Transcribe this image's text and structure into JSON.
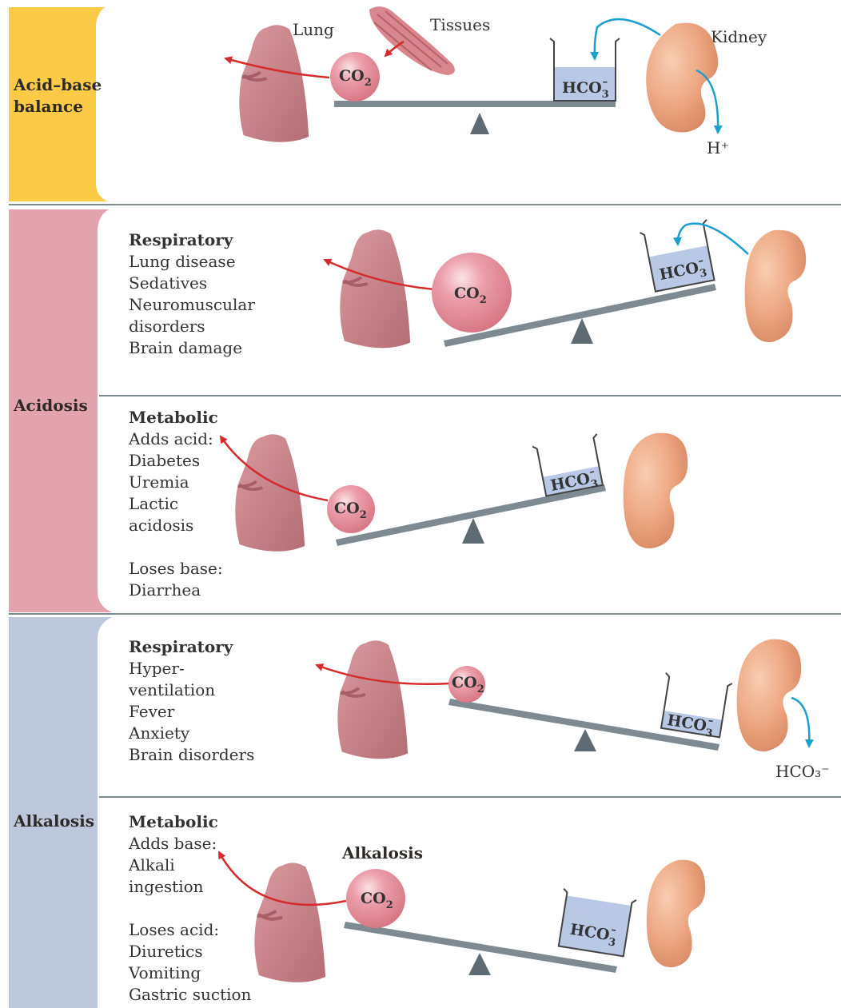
{
  "colors": {
    "acid_base_tab": "#fbcb48",
    "acidosis_tab": "#e3a3ae",
    "alkalosis_tab": "#bdc8dd",
    "co2_ball": "#e58f9c",
    "bicarbonate_fluid": "#b9c8e4",
    "lung": "#c57f86",
    "kidney": "#eba47f",
    "red_arrow": "#d42b2b",
    "blue_arrow": "#1d9fcd",
    "beam": "#7e8a91"
  },
  "panel_top": {
    "tab_label_line1": "Acid–base",
    "tab_label_line2": "balance",
    "label_lung": "Lung",
    "label_tissues": "Tissues",
    "label_kidney": "Kidney",
    "label_h_plus": "H⁺"
  },
  "acidosis": {
    "tab_label": "Acidosis",
    "respiratory": {
      "heading": "Respiratory",
      "causes": [
        "Lung disease",
        "Sedatives",
        "Neuromuscular",
        "disorders",
        "Brain damage"
      ]
    },
    "metabolic": {
      "heading": "Metabolic",
      "causes": [
        "Adds acid:",
        "Diabetes",
        "Uremia",
        "Lactic",
        "acidosis",
        "",
        "Loses base:",
        "Diarrhea"
      ]
    }
  },
  "alkalosis": {
    "tab_label": "Alkalosis",
    "respiratory": {
      "heading": "Respiratory",
      "causes": [
        "Hyper-",
        "ventilation",
        "Fever",
        "Anxiety",
        "Brain disorders"
      ],
      "label_hco3_loss": "HCO₃⁻"
    },
    "metabolic": {
      "heading": "Metabolic",
      "causes": [
        "Adds base:",
        "Alkali",
        "ingestion",
        "",
        "Loses acid:",
        "Diuretics",
        "Vomiting",
        "Gastric suction"
      ],
      "diagram_title": "Alkalosis"
    }
  },
  "symbols": {
    "co2": "CO",
    "co2_sub": "2",
    "hco3": "HCO",
    "hco3_sub": "3",
    "hco3_sup": "–"
  }
}
